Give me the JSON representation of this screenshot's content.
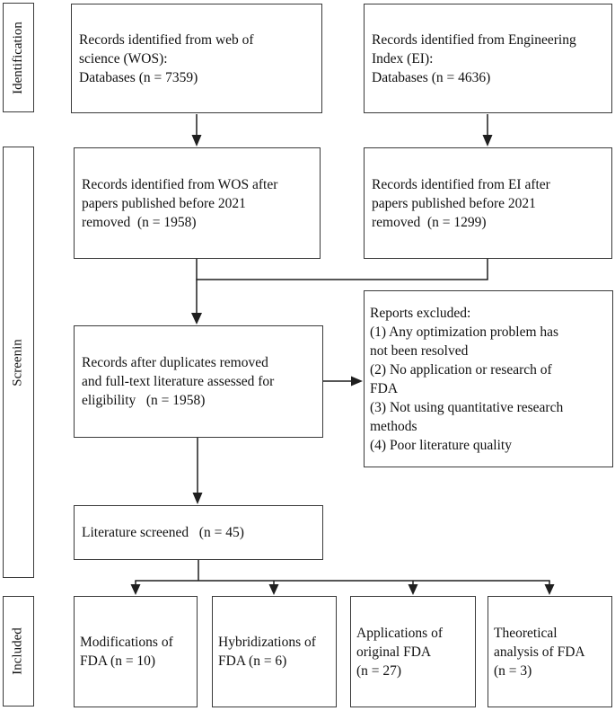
{
  "stages": [
    {
      "id": "identification",
      "label": "Identification"
    },
    {
      "id": "screening",
      "label": "Screenin"
    },
    {
      "id": "included",
      "label": "Included"
    }
  ],
  "boxes": {
    "wos_identified": {
      "text": "Records identified from web of\nscience (WOS):\nDatabases (n = 7359)",
      "n": 7359
    },
    "ei_identified": {
      "text": "Records identified from Engineering\nIndex (EI):\nDatabases (n = 4636)",
      "n": 4636
    },
    "wos_filtered": {
      "text": "Records identified from WOS after\npapers published before 2021\nremoved  (n = 1958)",
      "n": 1958
    },
    "ei_filtered": {
      "text": "Records identified from EI after\npapers published before 2021\nremoved  (n = 1299)",
      "n": 1299
    },
    "duplicates_removed": {
      "text": "Records after duplicates removed\nand full-text literature assessed for\neligibility   (n = 1958)",
      "n": 1958
    },
    "reports_excluded": {
      "text": "Reports excluded:\n(1) Any optimization problem has\nnot been resolved\n(2) No application or research of\nFDA\n(3) Not using quantitative research\nmethods\n(4) Poor literature quality"
    },
    "literature_screened": {
      "text": "Literature screened   (n = 45)",
      "n": 45
    },
    "modifications": {
      "text": "Modifications of\nFDA (n = 10)",
      "n": 10
    },
    "hybridizations": {
      "text": "Hybridizations of\nFDA (n = 6)",
      "n": 6
    },
    "applications": {
      "text": "Applications of\noriginal FDA\n(n = 27)",
      "n": 27
    },
    "theoretical": {
      "text": "Theoretical\nanalysis of FDA\n(n = 3)",
      "n": 3
    }
  },
  "colors": {
    "border": "#3a3a3a",
    "line": "#1f1f1f",
    "background": "#ffffff",
    "text": "#111111"
  }
}
